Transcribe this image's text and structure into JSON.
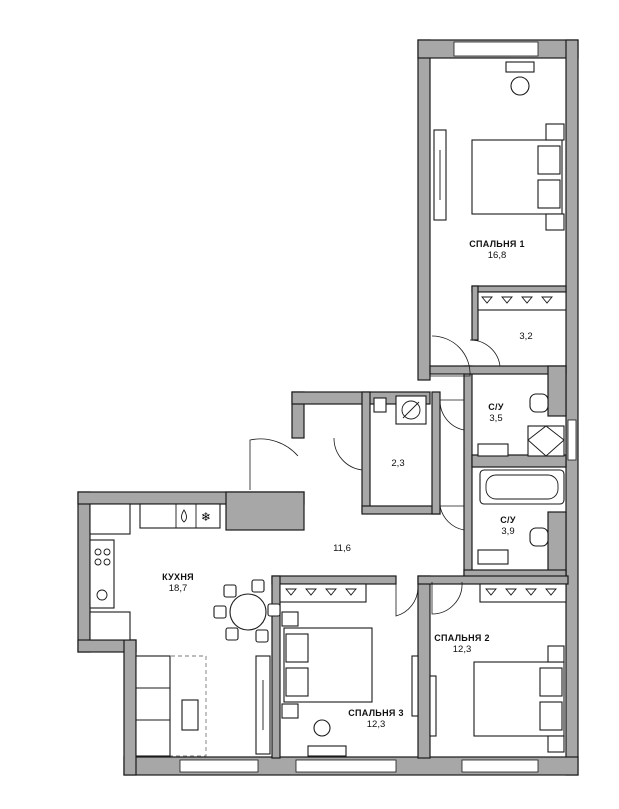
{
  "rooms": {
    "bedroom1": {
      "name": "СПАЛЬНЯ 1",
      "area": "16,8"
    },
    "wardrobe": {
      "area": "3,2"
    },
    "bath1": {
      "name": "С/У",
      "area": "3,5"
    },
    "storage": {
      "area": "2,3"
    },
    "bath2": {
      "name": "С/У",
      "area": "3,9"
    },
    "hall": {
      "area": "11,6"
    },
    "kitchen": {
      "name": "КУХНЯ",
      "area": "18,7"
    },
    "bedroom2": {
      "name": "СПАЛЬНЯ 2",
      "area": "12,3"
    },
    "bedroom3": {
      "name": "СПАЛЬНЯ 3",
      "area": "12,3"
    }
  },
  "icons": [
    "fridge-snowflake-icon",
    "boiler-icon",
    "sink-icon",
    "stove-icon",
    "toilet-icon",
    "shower-icon",
    "bathtub-icon",
    "bed-icon",
    "sofa-icon",
    "chair-icon",
    "table-icon",
    "hanger-icon"
  ],
  "colors": {
    "wall": "#a7a7a7",
    "line": "#1a1a1a",
    "background": "#ffffff"
  }
}
